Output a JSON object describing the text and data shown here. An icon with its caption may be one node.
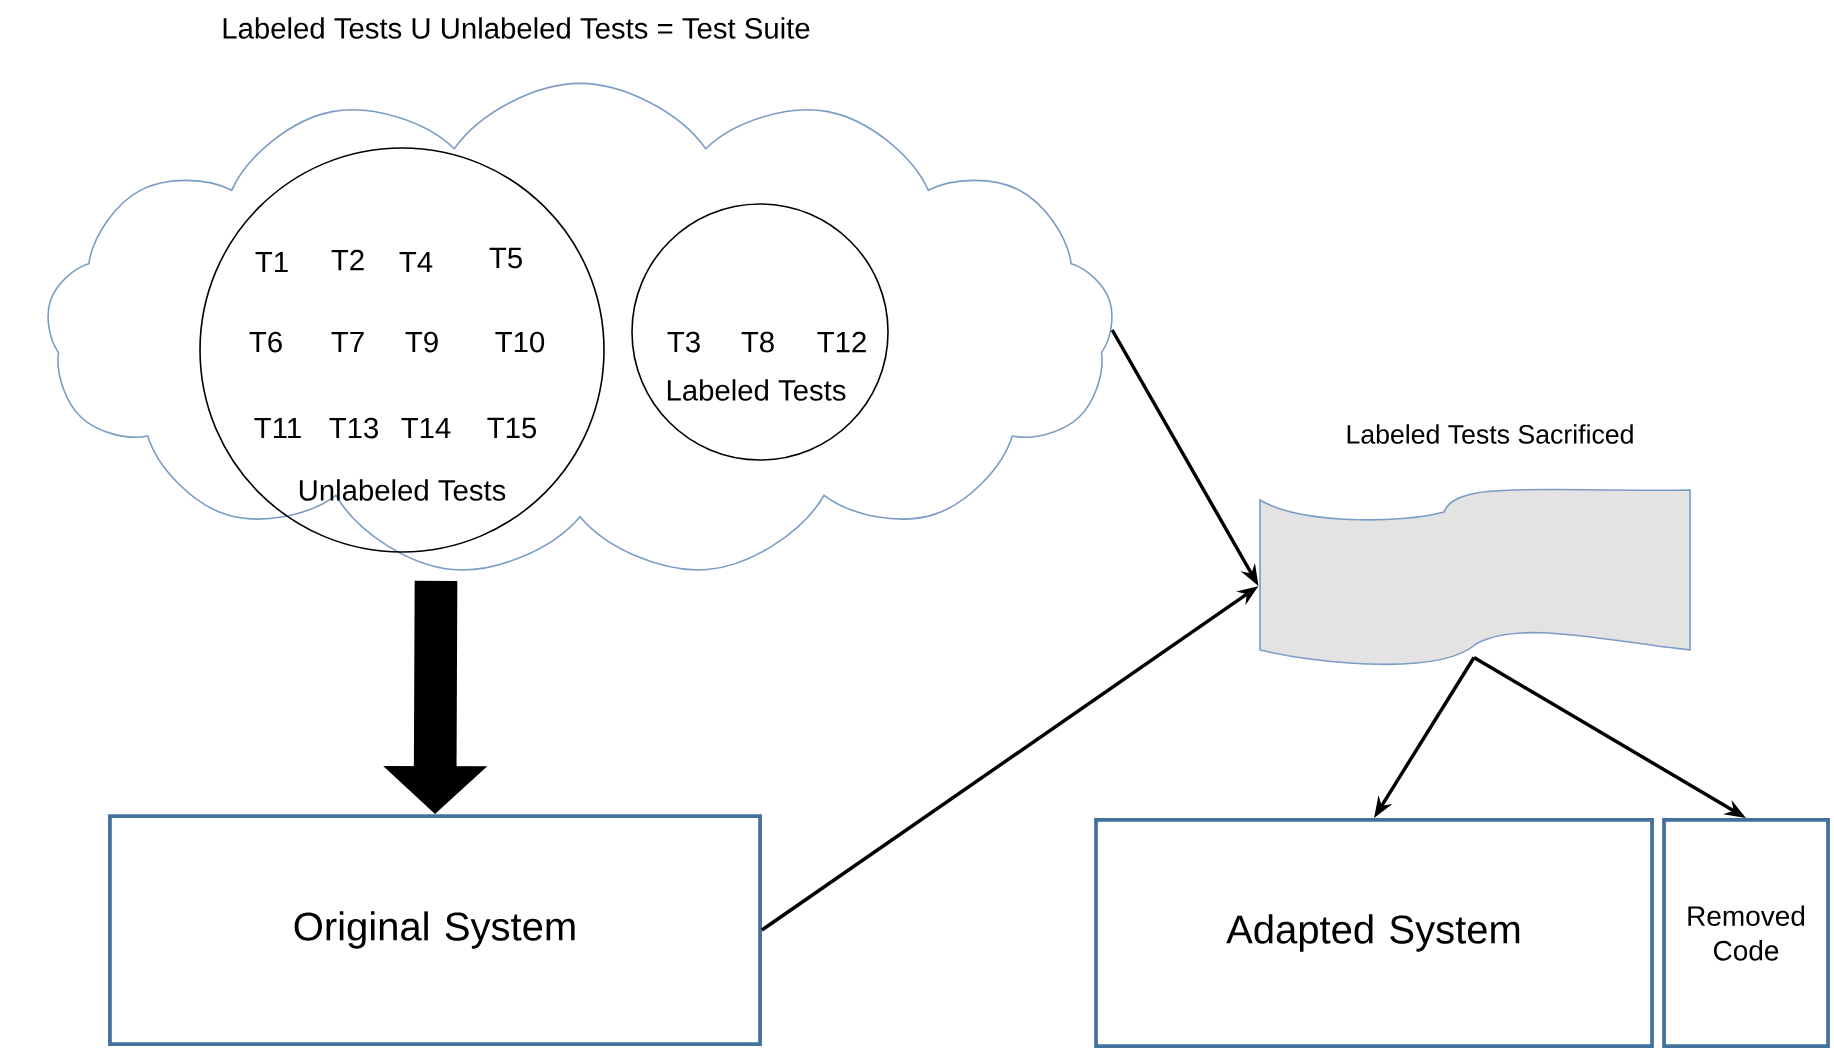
{
  "diagram": {
    "title": "Labeled Tests U Unlabeled Tests = Test Suite",
    "nodes": [
      {
        "text": [],
        "shape": "cloud"
      },
      {
        "text": [
          "T1",
          "T2",
          "T4",
          "T5",
          "T6",
          "T7",
          "T9",
          "T10",
          "T11",
          "T13",
          "T14",
          "T15",
          "Unlabeled Tests"
        ],
        "in": 0
      },
      {
        "text": [
          "T3",
          "T8",
          "T12",
          "Labeled Tests"
        ],
        "in": 0
      },
      {
        "text": [],
        "shape": "document",
        "beside": [
          "Labeled Tests Sacrificed"
        ]
      },
      {
        "text": [
          "Original System"
        ]
      },
      {
        "text": [
          "Adapted System"
        ]
      },
      {
        "text": [
          "Removed Code"
        ]
      }
    ],
    "edges": [
      {
        "from": 1,
        "to": 4,
        "arrow": "to",
        "style": "thick"
      },
      {
        "from": 0,
        "to": 3,
        "arrow": "to"
      },
      {
        "from": 4,
        "to": 3,
        "arrow": "to"
      },
      {
        "from": 3,
        "to": 5,
        "arrow": "to"
      },
      {
        "from": 3,
        "to": 6,
        "arrow": "to"
      }
    ]
  }
}
